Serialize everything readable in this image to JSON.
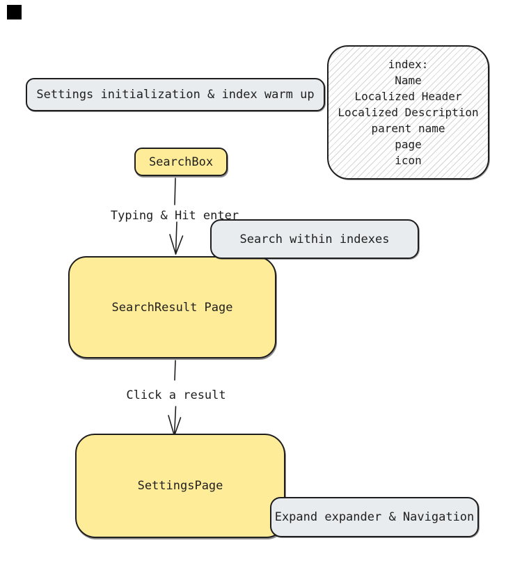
{
  "colors": {
    "stroke": "#1e1e1e",
    "node_yellow": "#ffec99",
    "node_gray": "#e9ecef",
    "hatch_line": "#8c8c8c",
    "corner_square": "#000000",
    "background": "#ffffff"
  },
  "nodes": {
    "settings_init": {
      "label": "Settings initialization & index warm up"
    },
    "index_info": {
      "lines": [
        "index:",
        "Name",
        "Localized Header",
        "Localized Description",
        "parent name",
        "page",
        "icon"
      ]
    },
    "search_box": {
      "label": "SearchBox"
    },
    "search_within": {
      "label": "Search within indexes"
    },
    "search_result": {
      "label": "SearchResult Page"
    },
    "settings_page": {
      "label": "SettingsPage"
    },
    "expand_nav": {
      "label": "Expand expander & Navigation"
    }
  },
  "edge_labels": {
    "typing": "Typing & Hit enter",
    "click": "Click a result"
  }
}
